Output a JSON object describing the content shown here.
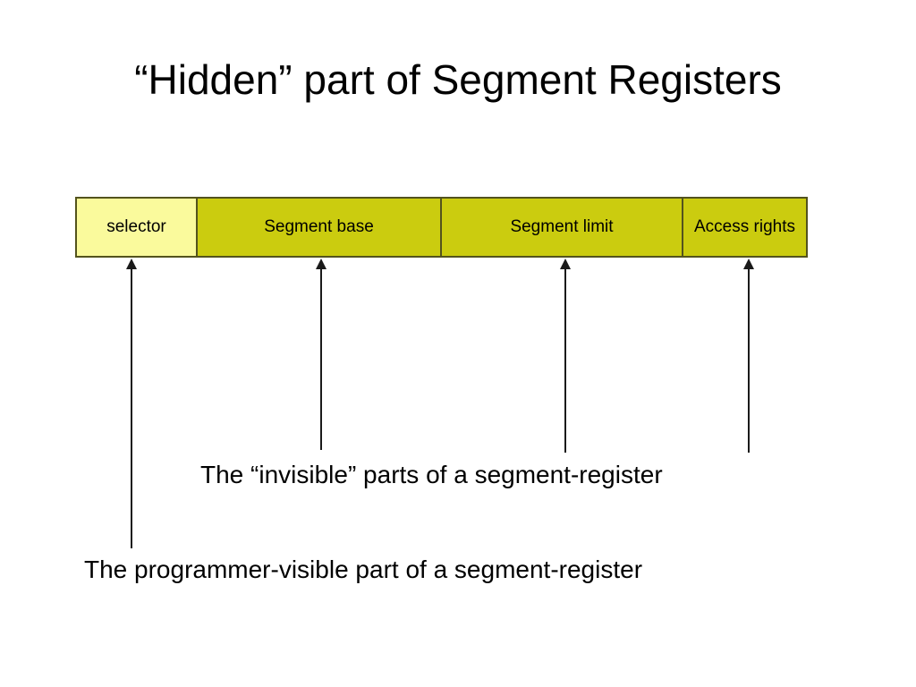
{
  "slide": {
    "title": "“Hidden” part of Segment Registers",
    "background_color": "#ffffff"
  },
  "diagram": {
    "name": "segment-register-layout",
    "border_color": "#53531d",
    "visible_field_color": "#fafa9c",
    "hidden_field_color": "#cbcc0f",
    "fields": [
      {
        "label": "selector",
        "kind": "programmer-visible"
      },
      {
        "label": "Segment base",
        "kind": "invisible"
      },
      {
        "label": "Segment limit",
        "kind": "invisible"
      },
      {
        "label": "Access rights",
        "kind": "invisible"
      }
    ],
    "arrows": [
      {
        "name": "arrow-selector",
        "points_to": "selector"
      },
      {
        "name": "arrow-base",
        "points_to": "Segment base"
      },
      {
        "name": "arrow-limit",
        "points_to": "Segment limit"
      },
      {
        "name": "arrow-access",
        "points_to": "Access rights"
      }
    ]
  },
  "captions": {
    "invisible": "The “invisible” parts of a segment-register",
    "visible": "The programmer-visible part of a segment-register"
  }
}
